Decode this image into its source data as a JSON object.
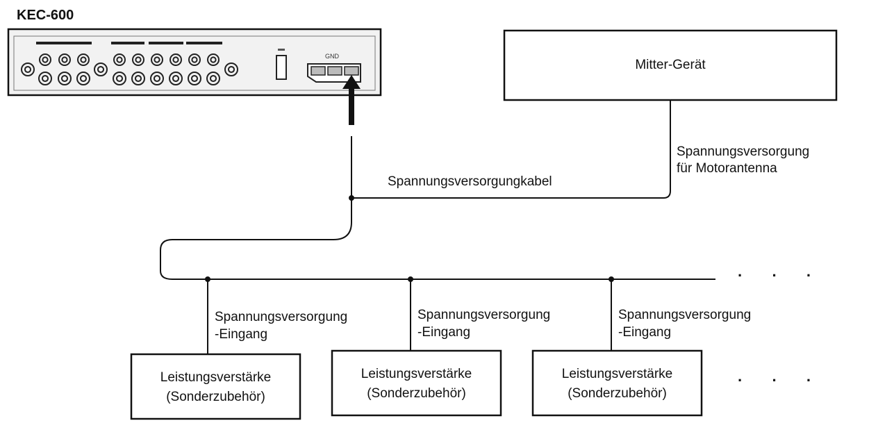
{
  "device": {
    "model": "KEC-600",
    "port_label": "GND"
  },
  "mitter": {
    "label": "Mitter-Gerät"
  },
  "labels": {
    "motor_supply_line1": "Spannungsversorgung",
    "motor_supply_line2": "für Motorantenna",
    "power_cable": "Spannungsversorgungkabel"
  },
  "amplifiers": [
    {
      "input_line1": "Spannungsversorgung",
      "input_line2": "-Eingang",
      "name_line1": "Leistungsverstärke",
      "name_line2": "(Sonderzubehör)"
    },
    {
      "input_line1": "Spannungsversorgung",
      "input_line2": "-Eingang",
      "name_line1": "Leistungsverstärke",
      "name_line2": "(Sonderzubehör)"
    },
    {
      "input_line1": "Spannungsversorgung",
      "input_line2": "-Eingang",
      "name_line1": "Leistungsverstärke",
      "name_line2": "(Sonderzubehör)"
    }
  ],
  "continuation": "· · ·",
  "colors": {
    "line": "#111111",
    "device_body": "#f2f2f2"
  }
}
